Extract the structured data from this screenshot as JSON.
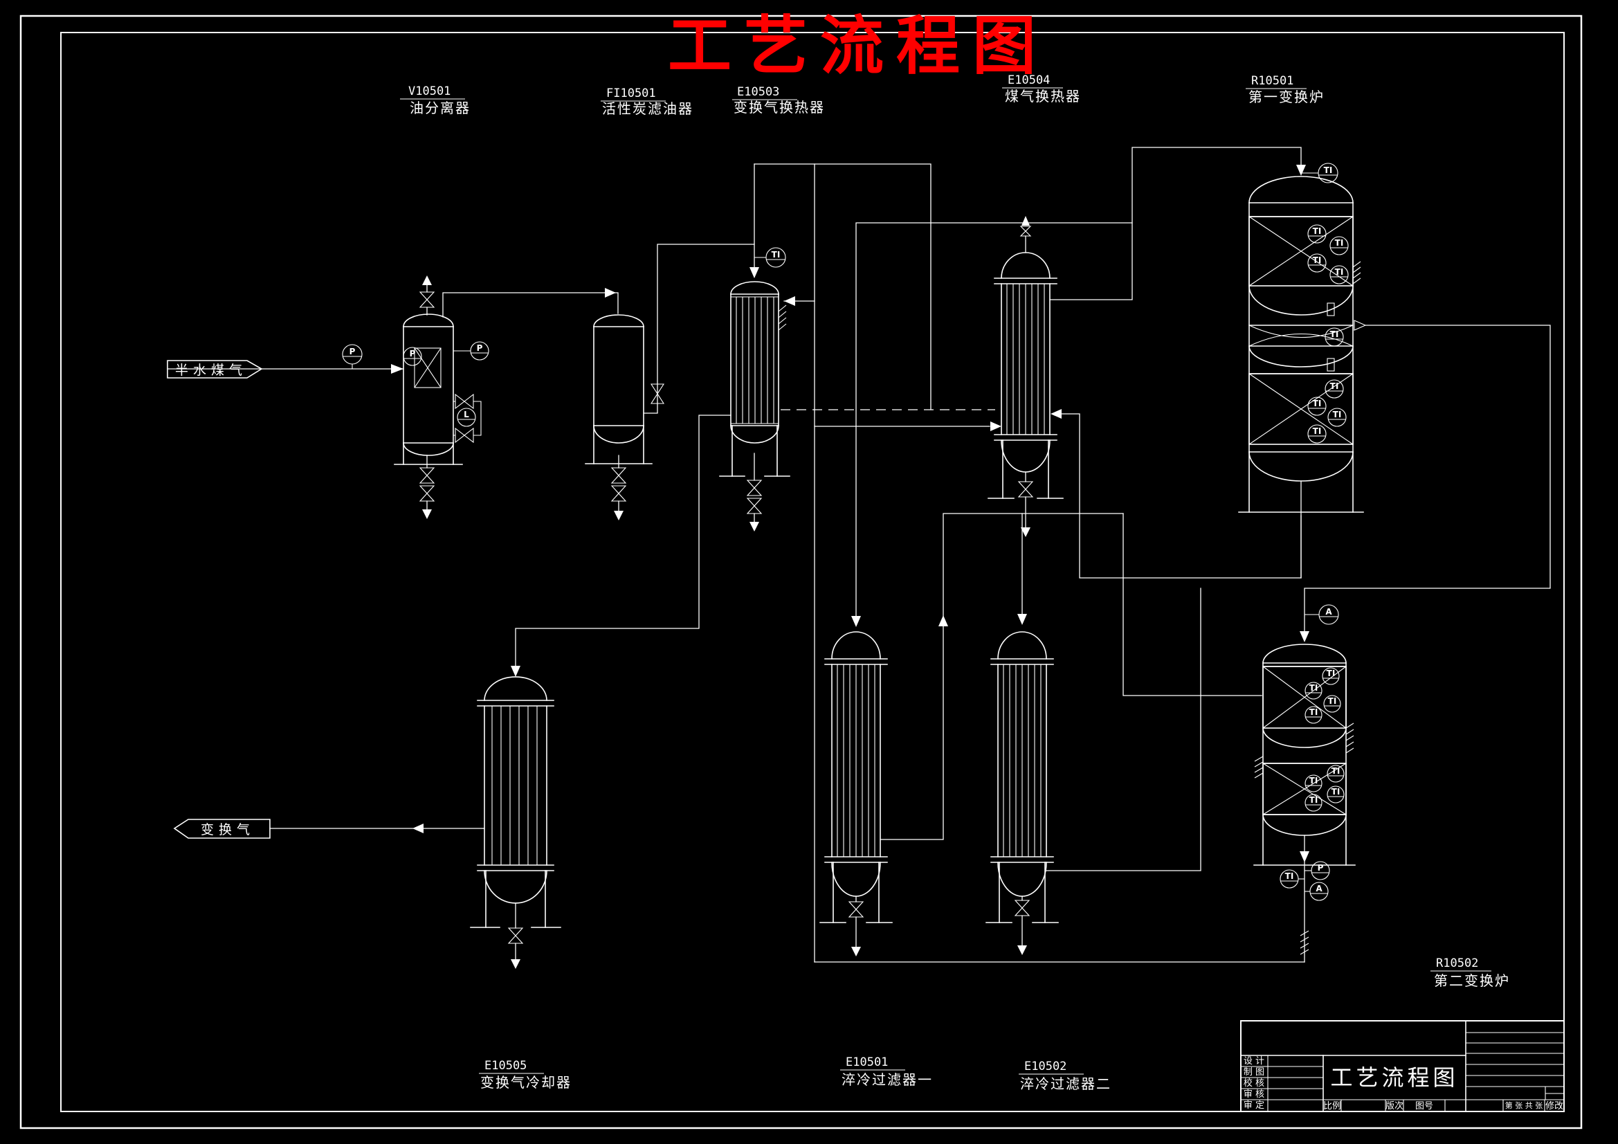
{
  "page_title": "工艺流程图",
  "colors": {
    "background": "#000000",
    "line": "#ffffff",
    "title": "#ff0000"
  },
  "streams": {
    "feed": "半水煤气",
    "product": "变换气"
  },
  "equipment": {
    "v10501": {
      "id": "V10501",
      "name": "油分离器"
    },
    "fi10501": {
      "id": "FI10501",
      "name": "活性炭滤油器"
    },
    "e10503": {
      "id": "E10503",
      "name": "变换气换热器"
    },
    "e10504": {
      "id": "E10504",
      "name": "煤气换热器"
    },
    "r10501": {
      "id": "R10501",
      "name": "第一变换炉"
    },
    "e10505": {
      "id": "E10505",
      "name": "变换气冷却器"
    },
    "e10501": {
      "id": "E10501",
      "name": "淬冷过滤器一"
    },
    "e10502": {
      "id": "E10502",
      "name": "淬冷过滤器二"
    },
    "r10502": {
      "id": "R10502",
      "name": "第二变换炉"
    }
  },
  "instruments": {
    "pressure": "P",
    "temperature": "TI",
    "level": "L",
    "analysis": "A"
  },
  "title_block": {
    "drawing_title": "工艺流程图",
    "rows": [
      "设 计",
      "制 图",
      "校 核",
      "审 核",
      "审 定"
    ],
    "scale_label": "比例",
    "revision_label": "版次",
    "number_label": "图号",
    "sheet_label": "第  张 共  张",
    "modify_label": "修改"
  }
}
